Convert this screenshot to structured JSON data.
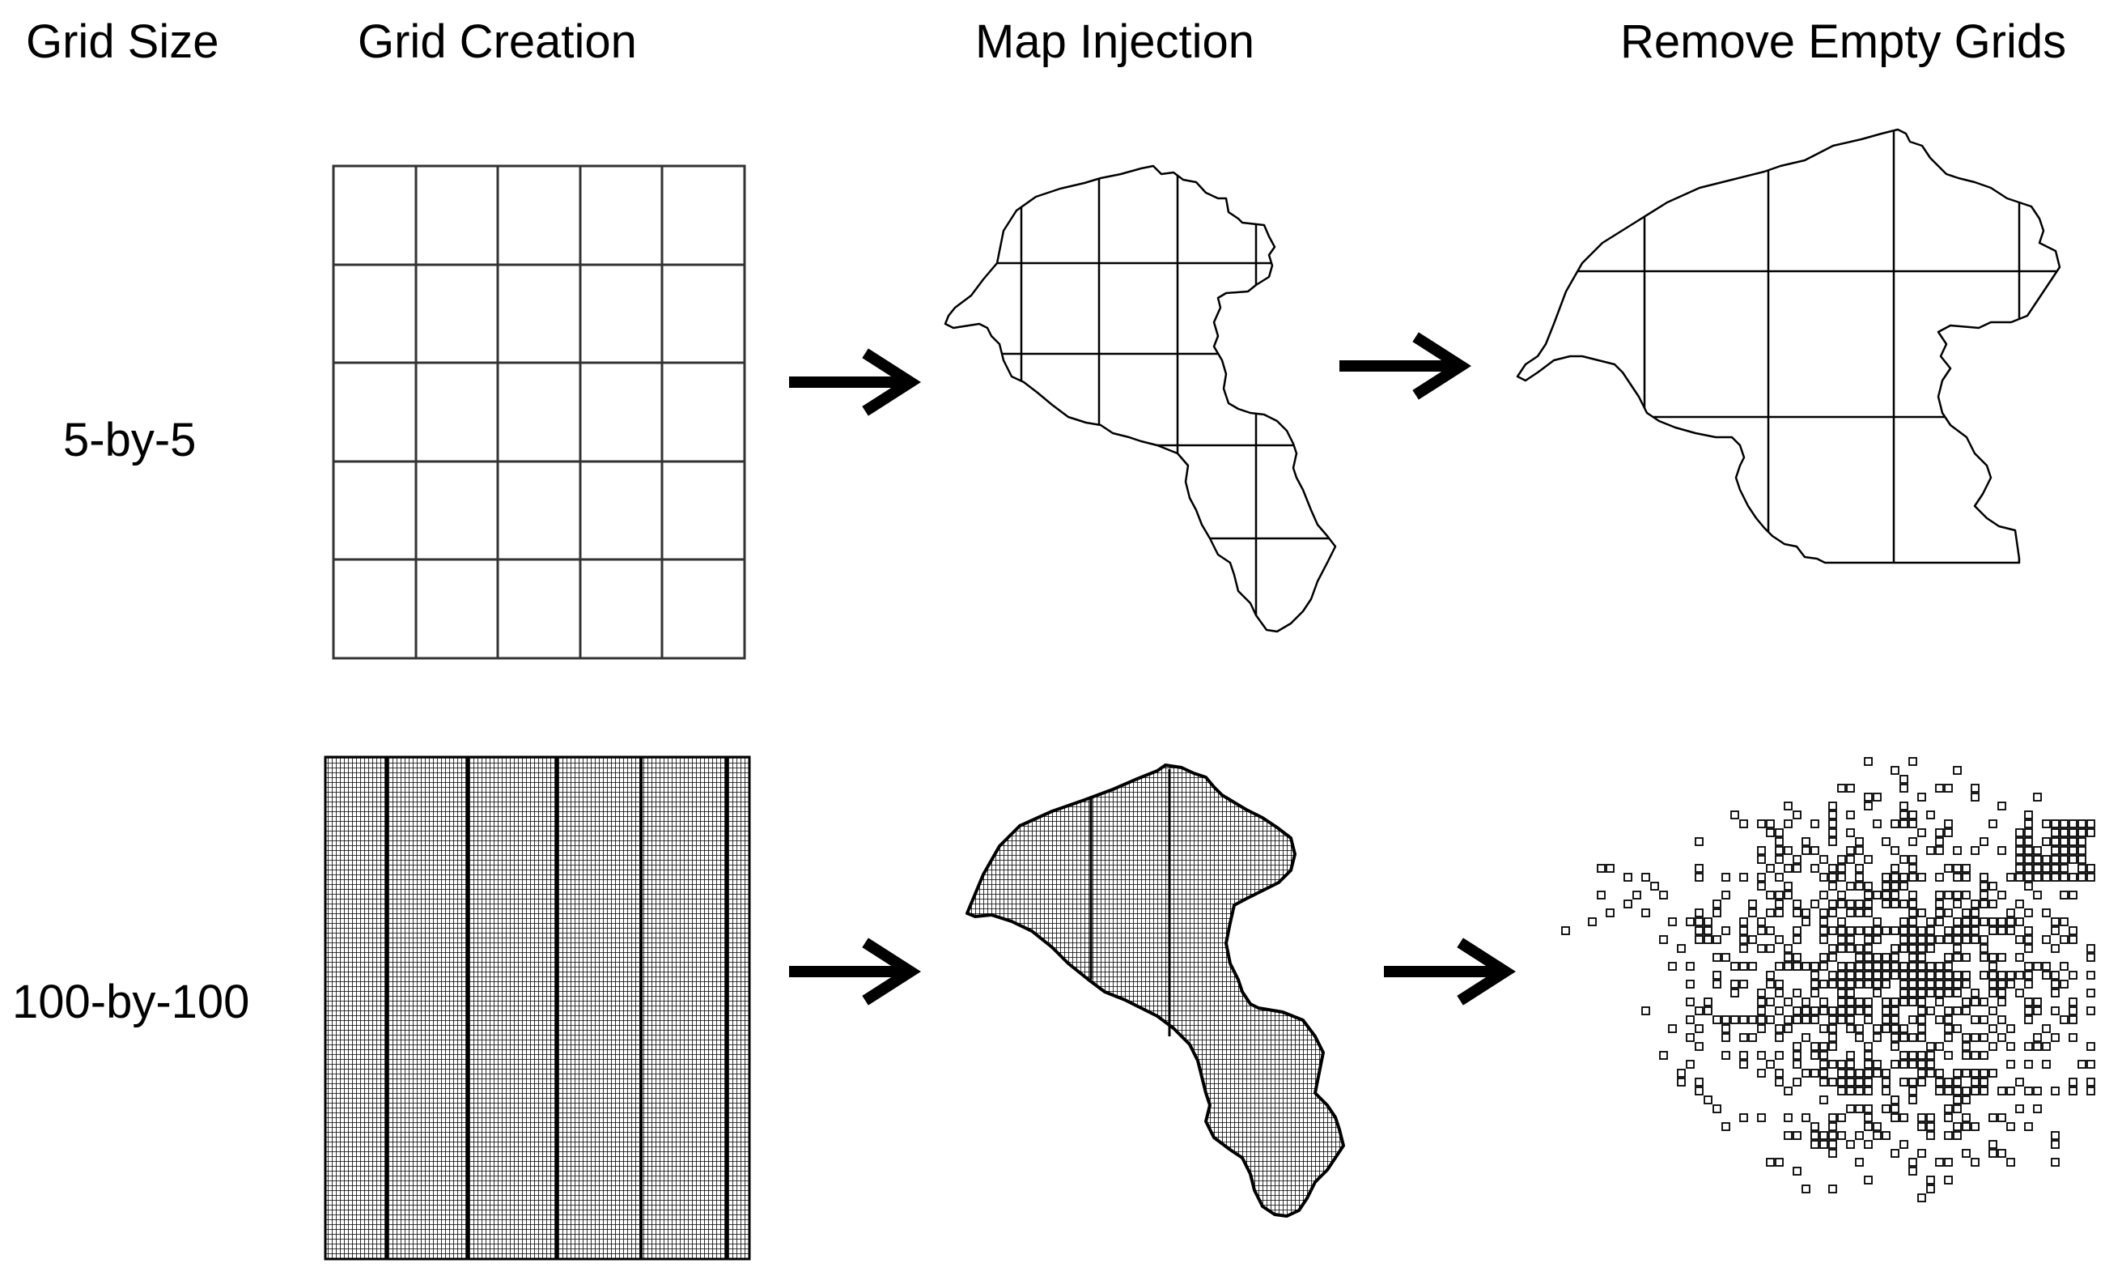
{
  "headers": {
    "grid_size": "Grid Size",
    "grid_creation": "Grid Creation",
    "map_injection": "Map Injection",
    "remove_empty": "Remove Empty Grids"
  },
  "rows": [
    {
      "label": "5-by-5",
      "grid_n": 5
    },
    {
      "label": "100-by-100",
      "grid_n": 100
    }
  ],
  "colors": {
    "line": "#000000",
    "background": "#ffffff"
  },
  "icons": {
    "arrow": "right-arrow-icon"
  }
}
